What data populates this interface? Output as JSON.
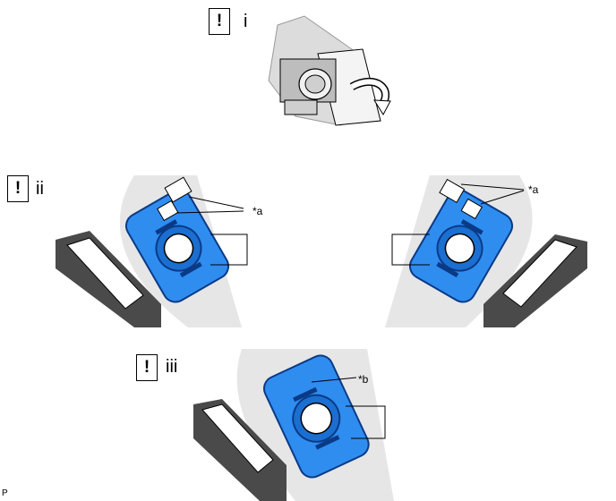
{
  "steps": [
    {
      "icon": "!",
      "number": "i"
    },
    {
      "icon": "!",
      "number": "ii"
    },
    {
      "icon": "!",
      "number": "iii"
    }
  ],
  "views": {
    "a": "*A",
    "b": "*B"
  },
  "callouts": {
    "a": "*a",
    "b": "*b"
  },
  "footer": {
    "code": "P"
  },
  "colors": {
    "part_fill": "#2f8df0",
    "part_outline": "#0a3a86",
    "panel_bg": "#e6e6e6",
    "trim_dark": "#4a4a4a"
  }
}
